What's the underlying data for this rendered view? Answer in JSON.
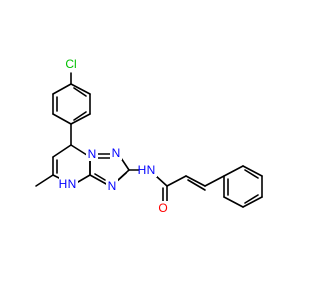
{
  "molecule": {
    "background": "#ffffff",
    "bond_color": "#000000",
    "atom_labels": {
      "chlorine": {
        "text": "Cl",
        "color": "#00c000"
      },
      "n_triazole_1": {
        "text": "N",
        "color": "#0000ff"
      },
      "n_triazole_2": {
        "text": "N",
        "color": "#0000ff"
      },
      "n_triazole_3": {
        "text": "N",
        "color": "#0000ff"
      },
      "n_amide": {
        "text": "N",
        "color": "#0000ff"
      },
      "h_amide": {
        "text": "H",
        "color": "#0000ff"
      },
      "n_ring_nh": {
        "text": "N",
        "color": "#0000ff"
      },
      "h_ring_nh": {
        "text": "H",
        "color": "#0000ff"
      },
      "oxygen": {
        "text": "O",
        "color": "#ff0000"
      }
    }
  }
}
